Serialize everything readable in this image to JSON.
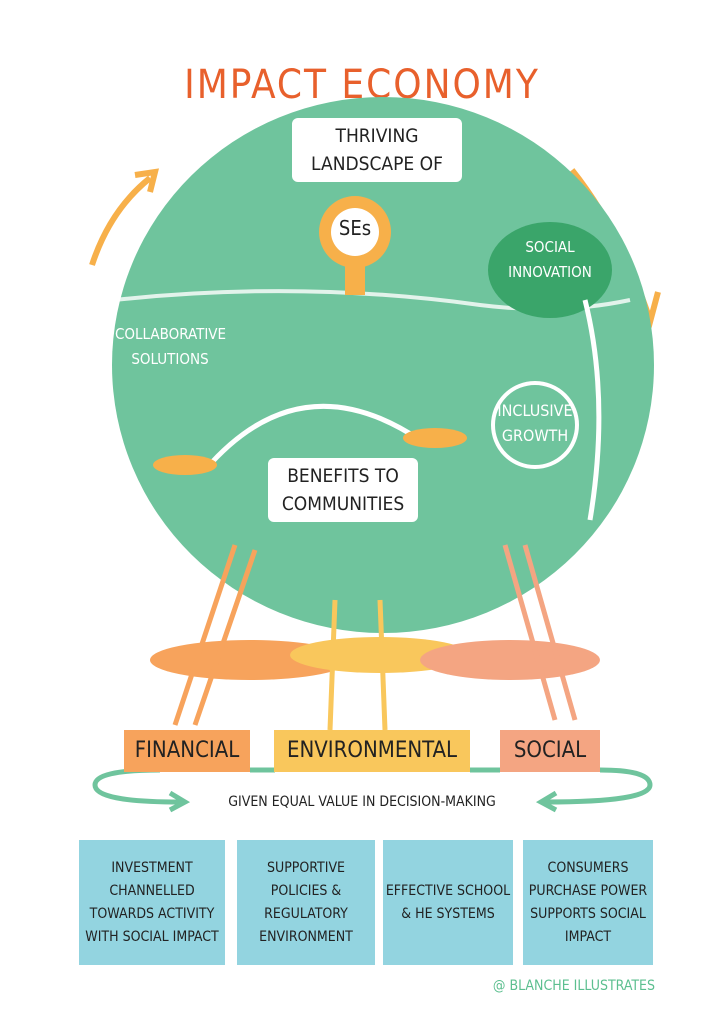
{
  "title": "IMPACT ECONOMY",
  "globe": {
    "top_label_line1": "THRIVING",
    "top_label_line2": "LANDSCAPE OF",
    "bulb_label": "SEs",
    "social_innovation": "SOCIAL INNOVATION",
    "collaborative": "COLLABORATIVE SOLUTIONS",
    "inclusive": "INCLUSIVE GROWTH",
    "benefits_line1": "BENEFITS TO",
    "benefits_line2": "COMMUNITIES"
  },
  "pillars": [
    {
      "label": "FINANCIAL",
      "color": "#f7a35c"
    },
    {
      "label": "ENVIRONMENTAL",
      "color": "#f9c75c"
    },
    {
      "label": "SOCIAL",
      "color": "#f4a582"
    }
  ],
  "equal_value": "GIVEN EQUAL VALUE IN DECISION-MAKING",
  "enablers": [
    "INVESTMENT CHANNELLED TOWARDS ACTIVITY WITH SOCIAL IMPACT",
    "SUPPORTIVE POLICIES & REGULATORY ENVIRONMENT",
    "EFFECTIVE SCHOOL & HE SYSTEMS",
    "CONSUMERS PURCHASE POWER SUPPORTS SOCIAL IMPACT"
  ],
  "credit": "@ BLANCHE ILLUSTRATES",
  "colors": {
    "green": "#6fc49d",
    "orange": "#e8602c",
    "arrow": "#f7b04a",
    "box": "#93d4e0"
  }
}
